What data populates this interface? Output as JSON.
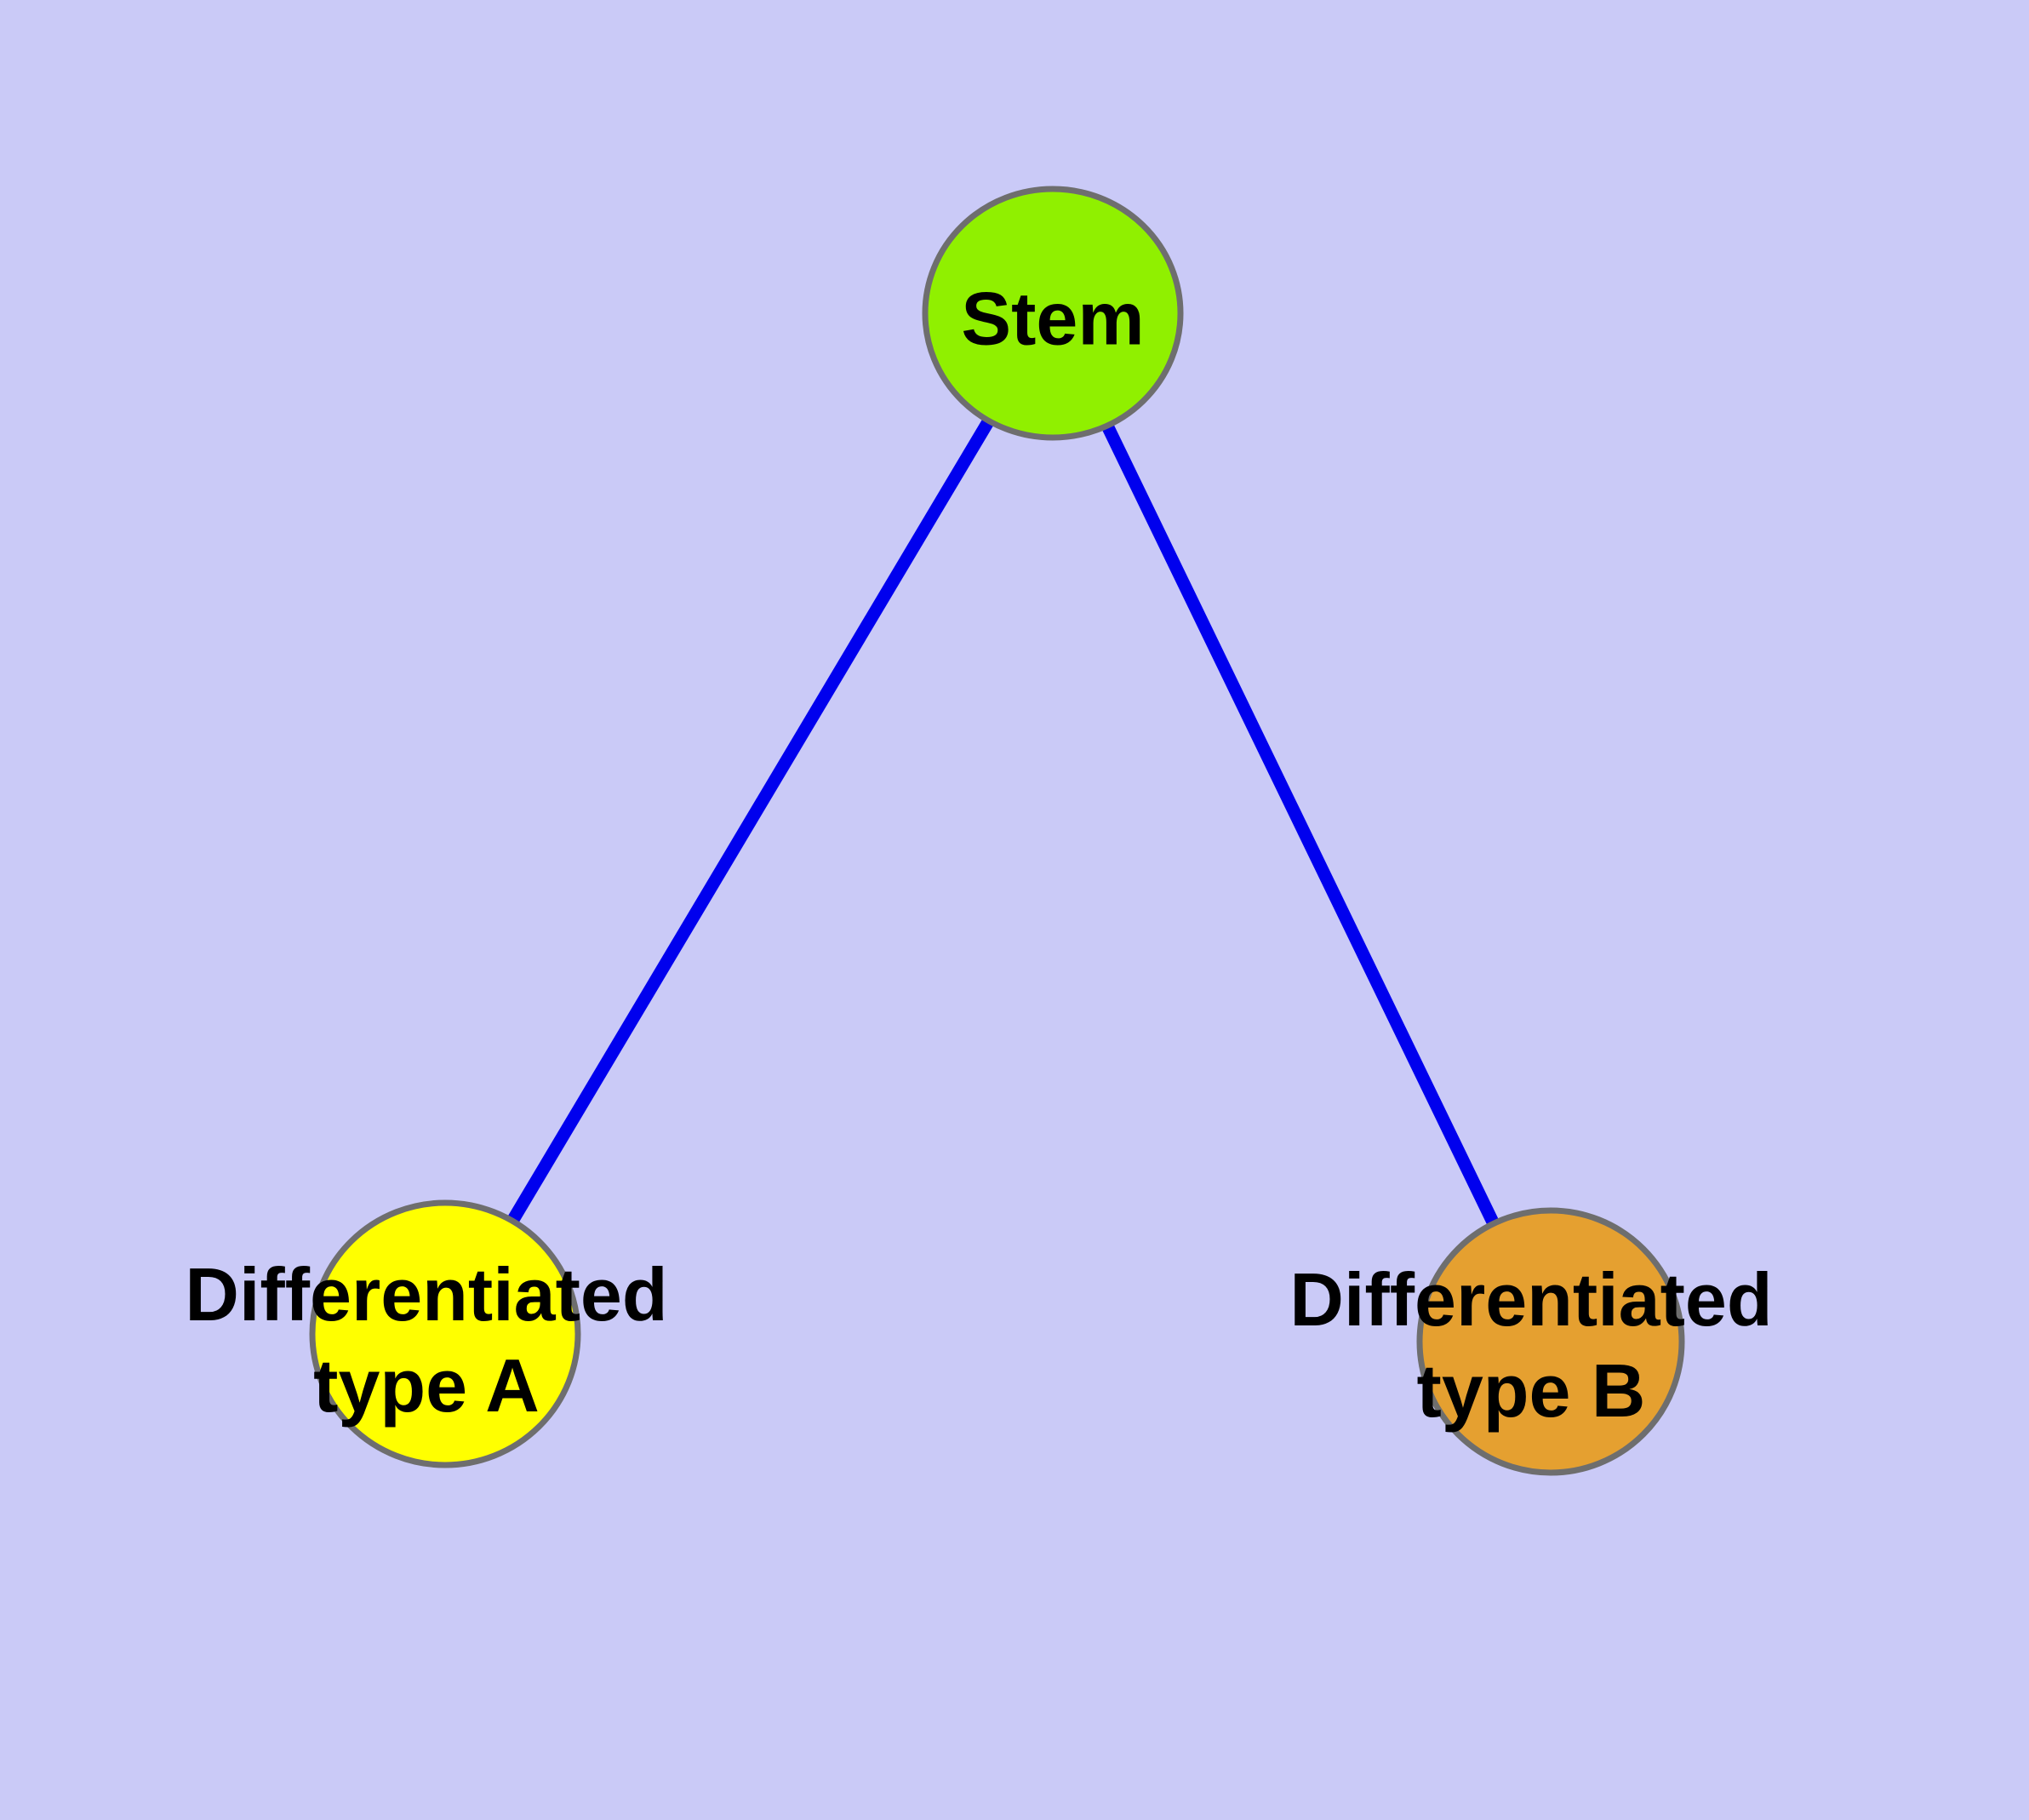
{
  "colors": {
    "background": "#CACAF7",
    "node_frame": "#6E6E6E",
    "edge": "#0000EE",
    "label": "#000000"
  },
  "nodes": {
    "stem": {
      "label": "Stem",
      "fill": "#90F000"
    },
    "typeA": {
      "label": "Differentiated type A",
      "label_line1": "Differentiated",
      "label_line2": "type A",
      "fill": "#FFFF00"
    },
    "typeB": {
      "label": "Differentiated type B",
      "label_line1": "Differentiated",
      "label_line2": "type B",
      "fill": "#E5A030"
    }
  },
  "edges": [
    {
      "from": "Stem",
      "to": "Differentiated type A"
    },
    {
      "from": "Stem",
      "to": "Differentiated type B"
    }
  ]
}
